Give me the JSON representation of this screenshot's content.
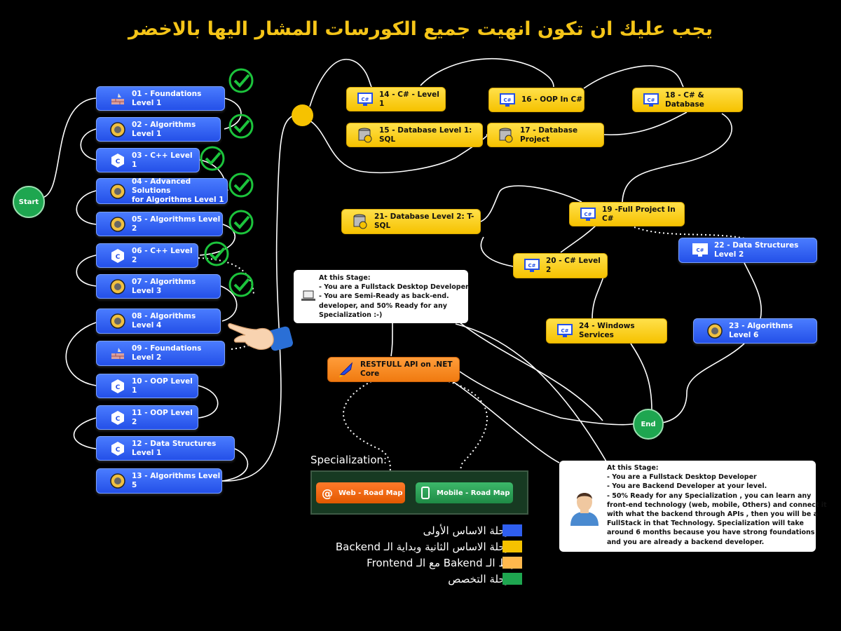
{
  "title": "يجب عليك ان تكون انهيت جميع الكورسات المشار اليها بالاخضر",
  "start_label": "Start",
  "end_label": "End",
  "colors": {
    "blue": "#2f5ff0",
    "yellow": "#f6c200",
    "orange": "#f58a1f",
    "green": "#1ea650",
    "check": "#1cc43c",
    "background": "#000000"
  },
  "courses": {
    "c01": "01 - Foundations Level 1",
    "c02": "02 - Algorithms Level 1",
    "c03": "03 - C++ Level 1",
    "c04a": "04 - Advanced Solutions",
    "c04b": "for Algorithms Level 1",
    "c05": "05 - Algorithms  Level 2",
    "c06": "06 - C++ Level 2",
    "c07": "07 - Algorithms Level 3",
    "c08": "08 - Algorithms Level 4",
    "c09": "09 - Foundations Level 2",
    "c10": "10 - OOP Level 1",
    "c11": "11 - OOP Level 2",
    "c12": "12 - Data Structures Level 1",
    "c13": "13 - Algorithms Level 5",
    "c14": "14 - C# - Level 1",
    "c15": "15 - Database Level 1: SQL",
    "c16": "16 - OOP In C#",
    "c17": "17 - Database Project",
    "c18": "18 - C# & Database",
    "c19": "19 -Full Project In C#",
    "c20": "20 - C# Level 2",
    "c21": "21- Database Level 2: T-SQL",
    "c22": "22 - Data Structures Level 2",
    "c23": "23 - Algorithms Level 6",
    "c24": "24 - Windows Services",
    "restful": "RESTFULL API on .NET Core"
  },
  "stage1": {
    "heading": "At this Stage:",
    "lines": [
      "- You are a Fullstack Desktop Developer,",
      "- You are Semi-Ready as back-end.",
      "developer, and 50% Ready for any",
      "Specialization :-)"
    ]
  },
  "stage2": {
    "heading": "At this Stage:",
    "lines": [
      "- You are a Fullstack Desktop Developer",
      "- You are Backend Developer at your level.",
      "- 50% Ready for any Specialization , you can learn any",
      "front-end technology (web, mobile, Others) and connect it",
      "with what the backend through APIs , then you will be a",
      "FullStack in that Technology. Specialization will take",
      "around 6 months because you have strong foundations",
      "and you are already a backend developer."
    ]
  },
  "specialization": {
    "title": "Specialization:",
    "web": "Web - Road Map",
    "mobile": "Mobile - Road Map"
  },
  "legend": [
    {
      "text": "مرحلة الاساس الأولى",
      "color": "#2f5ff0"
    },
    {
      "text": "مرحلة الاساس الثانية وبداية الـ Backend",
      "color": "#f6c200"
    },
    {
      "text": "ربط الـ Bakend مع الـ Frontend",
      "color": "#ffb84d"
    },
    {
      "text": "مرحلة التخصص",
      "color": "#1ea650"
    }
  ]
}
